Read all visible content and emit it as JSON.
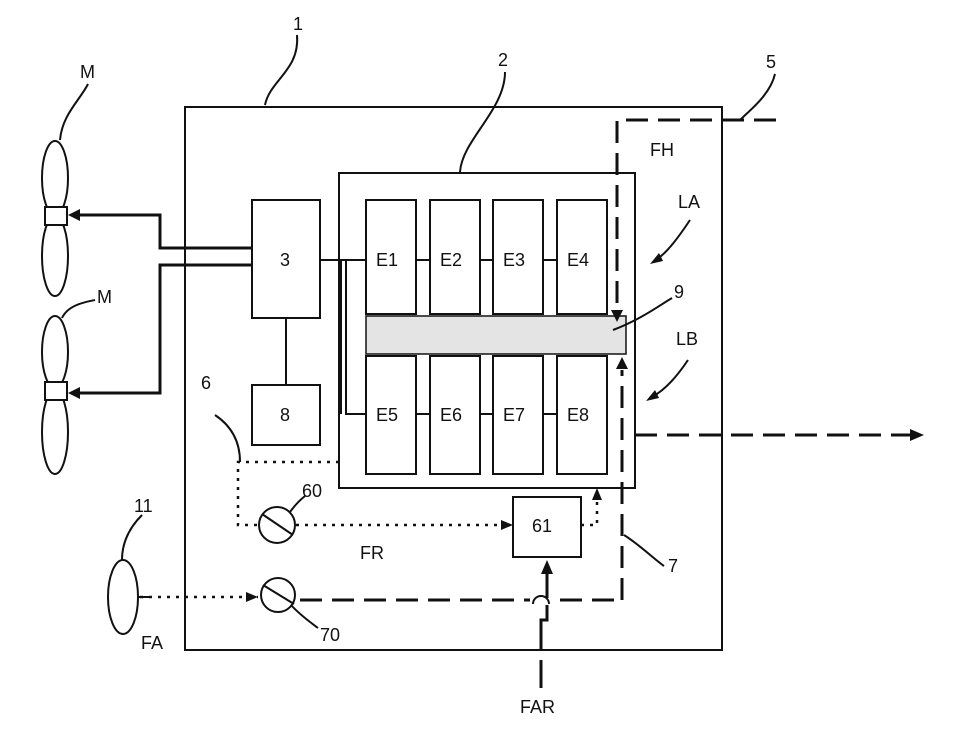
{
  "labels": {
    "ref_1": "1",
    "ref_2": "2",
    "ref_3": "3",
    "ref_5": "5",
    "ref_6": "6",
    "ref_7": "7",
    "ref_8": "8",
    "ref_9": "9",
    "ref_11": "11",
    "ref_60": "60",
    "ref_61": "61",
    "ref_70": "70",
    "motor_top": "M",
    "motor_bottom": "M",
    "FH": "FH",
    "LA": "LA",
    "LB": "LB",
    "FR": "FR",
    "FA": "FA",
    "FAR": "FAR"
  },
  "cells": {
    "top": [
      "E1",
      "E2",
      "E3",
      "E4"
    ],
    "bottom": [
      "E5",
      "E6",
      "E7",
      "E8"
    ]
  }
}
